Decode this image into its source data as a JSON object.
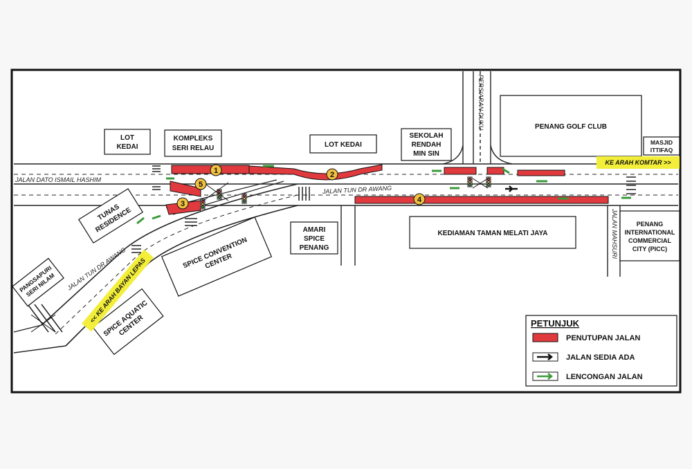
{
  "labels": {
    "lot_kedai_1": [
      "LOT",
      "KEDAI"
    ],
    "kompleks": [
      "KOMPLEKS",
      "SERI RELAU"
    ],
    "lot_kedai_2": "LOT KEDAI",
    "sekolah": [
      "SEKOLAH",
      "RENDAH",
      "MIN SIN"
    ],
    "golf": "PENANG GOLF CLUB",
    "masjid": [
      "MASJID",
      "ITTIFAQ"
    ],
    "tunas": [
      "TUNAS",
      "RESIDENCE"
    ],
    "amari": [
      "AMARI",
      "SPICE",
      "PENANG"
    ],
    "kediaman": "KEDIAMAN TAMAN MELATI JAYA",
    "picc": [
      "PENANG",
      "INTERNATIONAL",
      "COMMERCIAL",
      "CITY (PICC)"
    ],
    "spice_convention": [
      "SPICE CONVENTION",
      "CENTER"
    ],
    "pangsapuri": [
      "PANGSAPURI",
      "SERI NILAM"
    ],
    "spice_aquatic": [
      "SPICE AQUATIC",
      "CENTER"
    ]
  },
  "roads": {
    "jalan_dato": "JALAN DATO ISMAIL HASHIM",
    "jalan_tun_dr_awang_main": "JALAN TUN DR AWANG",
    "jalan_tun_dr_awang_diag": "JALAN TUN DR AWANG",
    "persiaran": "PERSIARAN DUKU",
    "jalan_mahsuri": "JALAN MAHSURI"
  },
  "directions": {
    "komtar": "KE ARAH KOMTAR >>",
    "bayan_lepas": "<< KE ARAH BAYAN LEPAS"
  },
  "markers": [
    "1",
    "2",
    "3",
    "4",
    "5"
  ],
  "legend": {
    "title": "PETUNJUK",
    "items": [
      {
        "label": "PENUTUPAN JALAN",
        "color": "#e03a3e"
      },
      {
        "label": "JALAN SEDIA ADA",
        "color": "#111111"
      },
      {
        "label": "LENCONGAN JALAN",
        "color": "#3a9a3a"
      }
    ]
  },
  "colors": {
    "closure": "#e03a3e",
    "detour": "#3a9a3a",
    "highlight": "#f2ee3a",
    "marker": "#f0c040"
  }
}
